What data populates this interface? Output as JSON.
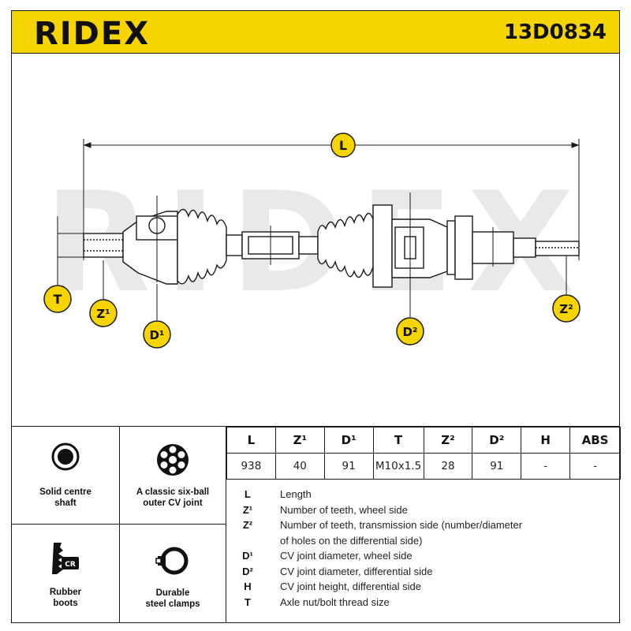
{
  "header": {
    "brand": "RIDEX",
    "part_number": "13D0834"
  },
  "drawing": {
    "watermark": "RIDEX",
    "labels": {
      "L": "L",
      "T": "T",
      "Z1": "Z¹",
      "D1": "D¹",
      "D2": "D²",
      "Z2": "Z²"
    }
  },
  "features": [
    {
      "icon": "solid-shaft-icon",
      "line1": "Solid centre",
      "line2": "shaft"
    },
    {
      "icon": "six-ball-joint-icon",
      "line1": "A classic six-ball",
      "line2": "outer CV joint"
    },
    {
      "icon": "rubber-boot-icon",
      "line1": "Rubber",
      "line2": "boots",
      "badge": "CR"
    },
    {
      "icon": "steel-clamp-icon",
      "line1": "Durable",
      "line2": "steel clamps"
    }
  ],
  "spec_table": {
    "headers": [
      "L",
      "Z¹",
      "D¹",
      "T",
      "Z²",
      "D²",
      "H",
      "ABS"
    ],
    "values": [
      "938",
      "40",
      "91",
      "M10x1.5",
      "28",
      "91",
      "-",
      "-"
    ]
  },
  "legend": [
    {
      "symbol": "L",
      "text": "Length"
    },
    {
      "symbol": "Z¹",
      "text": "Number of teeth, wheel side"
    },
    {
      "symbol": "Z²",
      "text": "Number of teeth, transmission side (number/diameter"
    },
    {
      "symbol": "",
      "text": "of holes on the differential side)"
    },
    {
      "symbol": "D¹",
      "text": "CV joint diameter, wheel side"
    },
    {
      "symbol": "D²",
      "text": "CV joint diameter, differential side"
    },
    {
      "symbol": "H",
      "text": "CV joint height, differential side"
    },
    {
      "symbol": "T",
      "text": "Axle nut/bolt thread size"
    }
  ],
  "colors": {
    "brand_yellow": "#f5d400",
    "ink": "#1a1a1a",
    "watermark": "#e6e6e6"
  }
}
